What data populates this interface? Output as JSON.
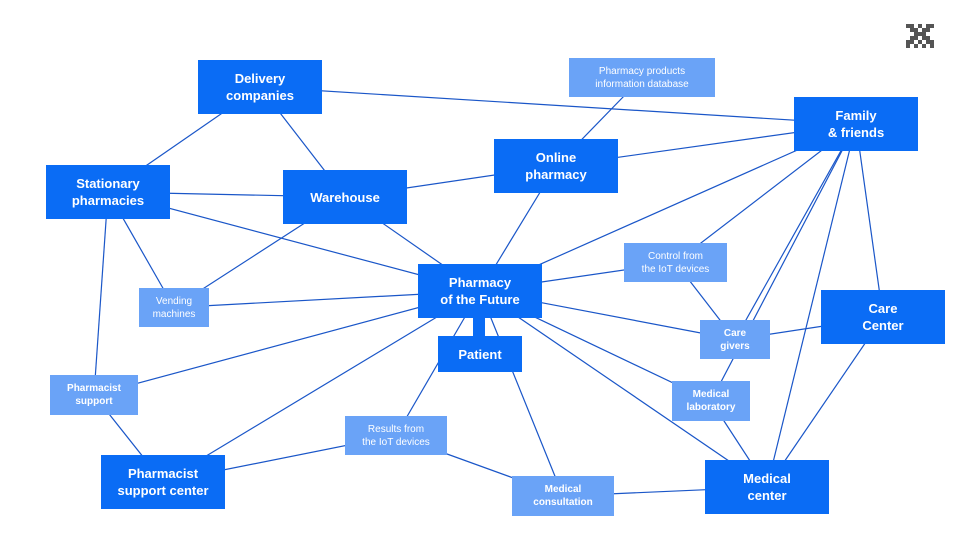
{
  "colors": {
    "primary": "#0a6cf5",
    "secondary": "#6aa3f7",
    "edge": "#1a56c8",
    "logo": "#555555"
  },
  "nodes": {
    "delivery": "Delivery\ncompanies",
    "stationary": "Stationary\npharmacies",
    "warehouse": "Warehouse",
    "online": "Online\npharmacy",
    "products_db": "Pharmacy products\ninformation database",
    "family": "Family\n& friends",
    "pharmacy": "Pharmacy\nof the Future",
    "patient": "Patient",
    "vending": "Vending\nmachines",
    "control_iot": "Control from\nthe IoT devices",
    "care_center": "Care\nCenter",
    "care_givers": "Care\ngivers",
    "pharmacist_support": "Pharmacist\nsupport",
    "medical_lab": "Medical\nlaboratory",
    "results_iot": "Results from\nthe IoT devices",
    "pharmacist_center": "Pharmacist\nsupport center",
    "medical_center": "Medical\ncenter",
    "medical_consultation": "Medical\nconsultation"
  },
  "edges": [
    [
      "delivery",
      "stationary"
    ],
    [
      "delivery",
      "warehouse"
    ],
    [
      "delivery",
      "family"
    ],
    [
      "stationary",
      "warehouse"
    ],
    [
      "stationary",
      "pharmacy"
    ],
    [
      "stationary",
      "vending"
    ],
    [
      "stationary",
      "pharmacist_support"
    ],
    [
      "warehouse",
      "online"
    ],
    [
      "warehouse",
      "vending"
    ],
    [
      "warehouse",
      "pharmacy"
    ],
    [
      "online",
      "products_db"
    ],
    [
      "online",
      "family"
    ],
    [
      "online",
      "pharmacy"
    ],
    [
      "family",
      "pharmacy"
    ],
    [
      "family",
      "control_iot"
    ],
    [
      "family",
      "care_givers"
    ],
    [
      "family",
      "care_center"
    ],
    [
      "family",
      "medical_lab"
    ],
    [
      "family",
      "medical_center"
    ],
    [
      "pharmacy",
      "vending"
    ],
    [
      "pharmacy",
      "pharmacist_support"
    ],
    [
      "pharmacy",
      "pharmacist_center"
    ],
    [
      "pharmacy",
      "results_iot"
    ],
    [
      "pharmacy",
      "control_iot"
    ],
    [
      "pharmacy",
      "care_givers"
    ],
    [
      "pharmacy",
      "medical_lab"
    ],
    [
      "pharmacy",
      "medical_consultation"
    ],
    [
      "pharmacy",
      "medical_center"
    ],
    [
      "control_iot",
      "care_givers"
    ],
    [
      "care_givers",
      "care_center"
    ],
    [
      "care_center",
      "medical_center"
    ],
    [
      "pharmacist_support",
      "pharmacist_center"
    ],
    [
      "pharmacist_center",
      "results_iot"
    ],
    [
      "results_iot",
      "medical_consultation"
    ],
    [
      "medical_consultation",
      "medical_center"
    ],
    [
      "medical_lab",
      "medical_center"
    ]
  ]
}
